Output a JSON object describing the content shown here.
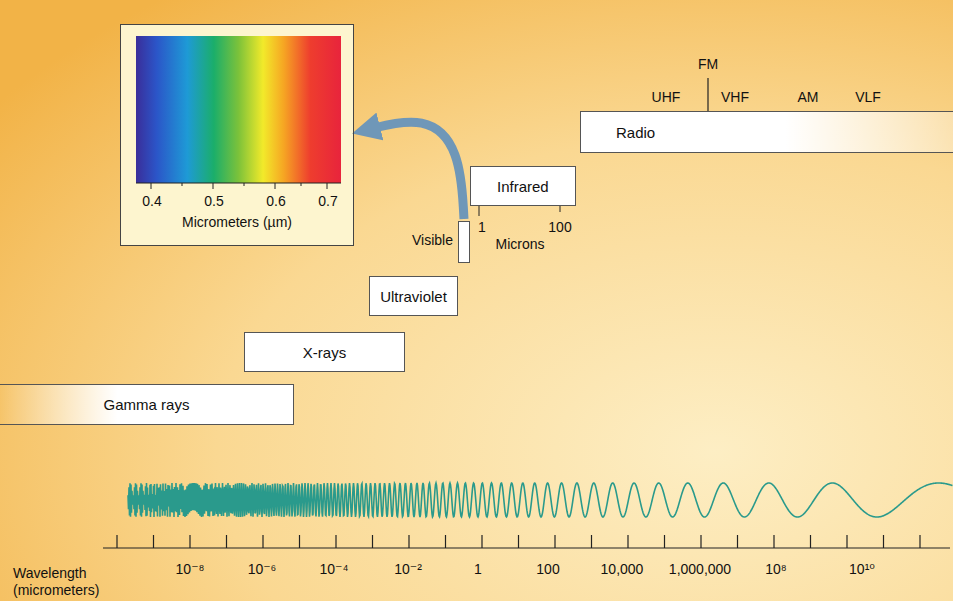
{
  "diagram": {
    "nodes": [
      {
        "text": [
          "0.4",
          "0.5",
          "0.6",
          "0.7",
          "Micrometers (µm)"
        ]
      },
      {
        "text": [
          "Radio"
        ]
      },
      {
        "text": [
          "Infrared"
        ]
      },
      {
        "text": [
          "Visible"
        ]
      },
      {
        "text": [
          "Ultraviolet"
        ]
      },
      {
        "text": [
          "X-rays"
        ]
      },
      {
        "text": [
          "Gamma rays"
        ]
      }
    ],
    "edges": [
      {
        "from": 3,
        "to": 0,
        "arrow": "to"
      }
    ],
    "labels": [
      "FM",
      "UHF",
      "VHF",
      "AM",
      "VLF",
      "1",
      "100",
      "Microns",
      "10⁻⁸",
      "10⁻⁶",
      "10⁻⁴",
      "10⁻²",
      "1",
      "100",
      "10,000",
      "1,000,000",
      "10⁸",
      "10¹⁰",
      "Wavelength (micrometers)"
    ]
  }
}
